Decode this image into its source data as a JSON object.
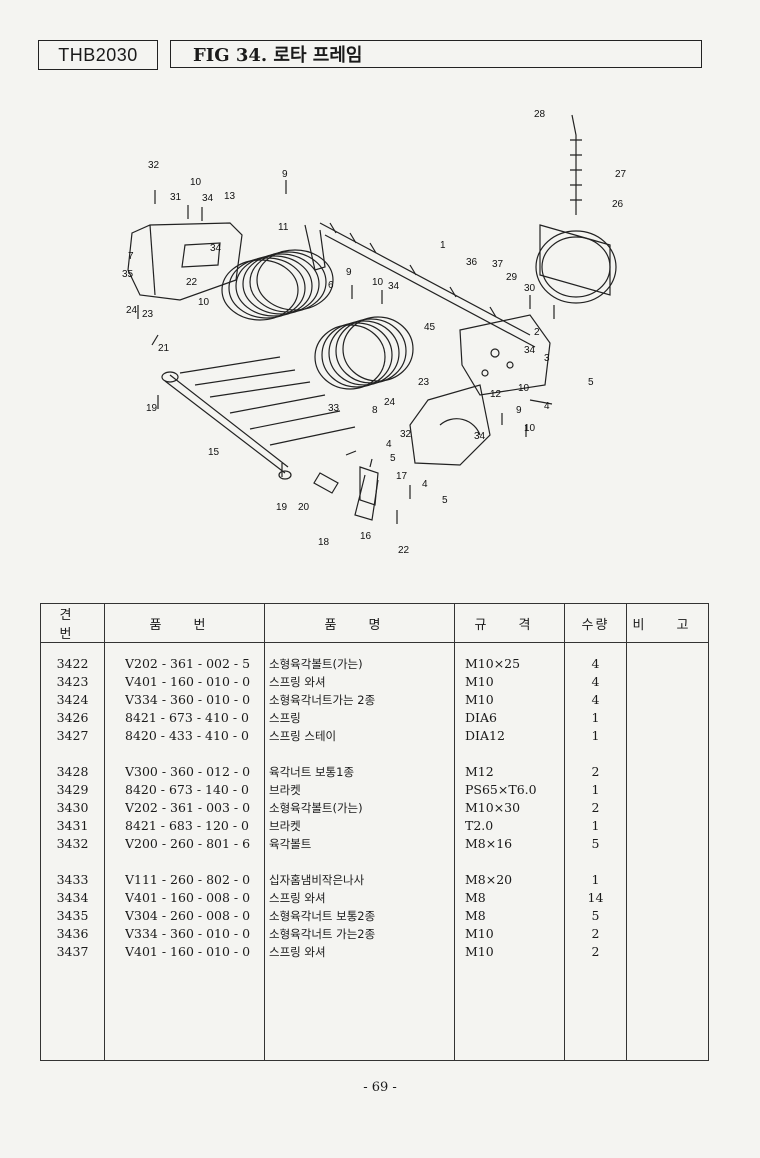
{
  "header": {
    "model": "THB2030",
    "title": "FIG 34. 로타 프레임"
  },
  "diagram": {
    "callouts": [
      "28",
      "27",
      "26",
      "32",
      "10",
      "31",
      "34",
      "13",
      "9",
      "11",
      "1",
      "36",
      "37",
      "29",
      "30",
      "7",
      "35",
      "34",
      "22",
      "10",
      "24",
      "23",
      "6",
      "9",
      "10",
      "34",
      "45",
      "2",
      "34",
      "3",
      "5",
      "21",
      "23",
      "12",
      "10",
      "4",
      "19",
      "33",
      "8",
      "24",
      "9",
      "32",
      "34",
      "10",
      "15",
      "4",
      "5",
      "17",
      "4",
      "5",
      "19",
      "20",
      "16",
      "18",
      "22"
    ]
  },
  "table": {
    "headers": [
      "견 번",
      "품 번",
      "품 명",
      "규 격",
      "수량",
      "비 고"
    ],
    "groups": [
      [
        {
          "no": "3422",
          "part": "V202 - 361 - 002 - 5",
          "name": "소형육각볼트(가는)",
          "spec": "M10×25",
          "qty": "4",
          "note": ""
        },
        {
          "no": "3423",
          "part": "V401 - 160 - 010 - 0",
          "name": "스프링 와셔",
          "spec": "M10",
          "qty": "4",
          "note": ""
        },
        {
          "no": "3424",
          "part": "V334 - 360 - 010 - 0",
          "name": "소형육각너트가는 2종",
          "spec": "M10",
          "qty": "4",
          "note": ""
        },
        {
          "no": "3426",
          "part": "8421 - 673 - 410 - 0",
          "name": "스프링",
          "spec": "DIA6",
          "qty": "1",
          "note": ""
        },
        {
          "no": "3427",
          "part": "8420 - 433 - 410 - 0",
          "name": "스프링 스테이",
          "spec": "DIA12",
          "qty": "1",
          "note": ""
        }
      ],
      [
        {
          "no": "3428",
          "part": "V300 - 360 - 012 - 0",
          "name": "육각너트 보통1종",
          "spec": "M12",
          "qty": "2",
          "note": ""
        },
        {
          "no": "3429",
          "part": "8420 - 673 - 140 - 0",
          "name": "브라켓",
          "spec": "PS65×T6.0",
          "qty": "1",
          "note": ""
        },
        {
          "no": "3430",
          "part": "V202 - 361 - 003 - 0",
          "name": "소형육각볼트(가는)",
          "spec": "M10×30",
          "qty": "2",
          "note": ""
        },
        {
          "no": "3431",
          "part": "8421 - 683 - 120 - 0",
          "name": "브라켓",
          "spec": "T2.0",
          "qty": "1",
          "note": ""
        },
        {
          "no": "3432",
          "part": "V200 - 260 - 801 - 6",
          "name": "육각볼트",
          "spec": "M8×16",
          "qty": "5",
          "note": ""
        }
      ],
      [
        {
          "no": "3433",
          "part": "V111 - 260 - 802 - 0",
          "name": "십자홈냄비작은나사",
          "spec": "M8×20",
          "qty": "1",
          "note": ""
        },
        {
          "no": "3434",
          "part": "V401 - 160 - 008 - 0",
          "name": "스프링 와셔",
          "spec": "M8",
          "qty": "14",
          "note": ""
        },
        {
          "no": "3435",
          "part": "V304 - 260 - 008 - 0",
          "name": "소형육각너트 보통2종",
          "spec": "M8",
          "qty": "5",
          "note": ""
        },
        {
          "no": "3436",
          "part": "V334 - 360 - 010 - 0",
          "name": "소형육각너트 가는2종",
          "spec": "M10",
          "qty": "2",
          "note": ""
        },
        {
          "no": "3437",
          "part": "V401 - 160 - 010 - 0",
          "name": "스프링 와셔",
          "spec": "M10",
          "qty": "2",
          "note": ""
        }
      ]
    ]
  },
  "footer": {
    "page": "- 69 -"
  }
}
